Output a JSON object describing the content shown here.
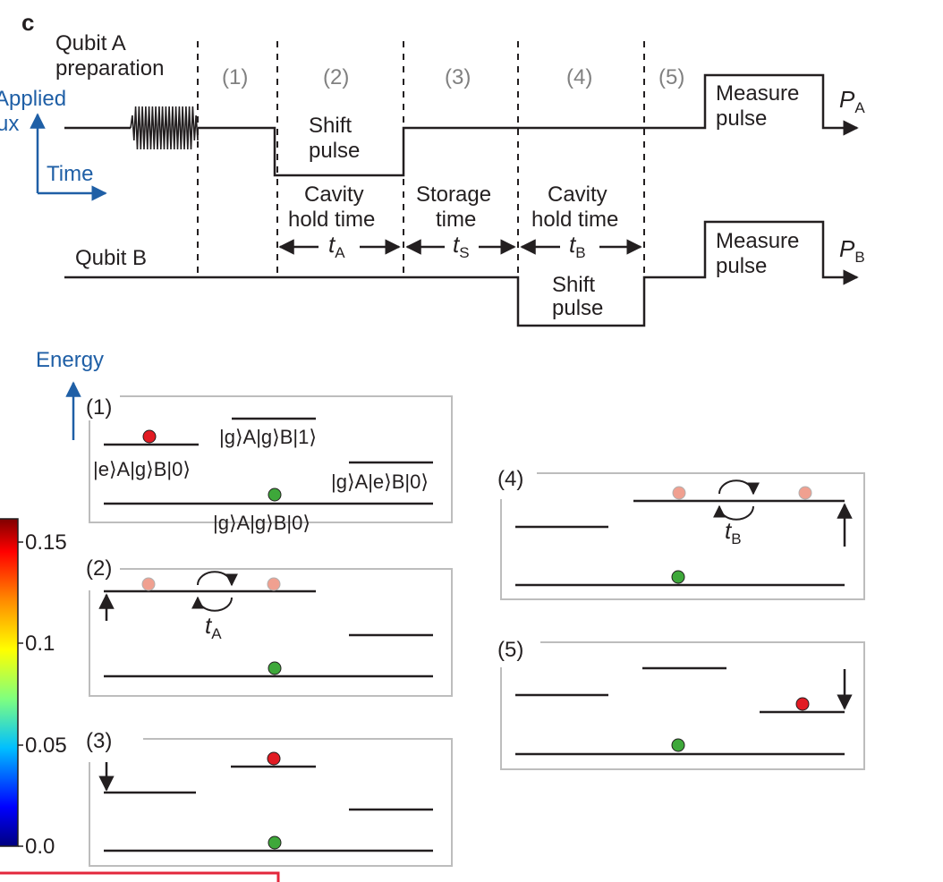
{
  "panel_letter": "c",
  "axes": {
    "flux_label_line1": "Applied",
    "flux_label_line2": "ux",
    "time_label": "Time",
    "energy_label": "Energy"
  },
  "timeline": {
    "qubit_a_prep_line1": "Qubit A",
    "qubit_a_prep_line2": "preparation",
    "qubit_b_label": "Qubit B",
    "steps": [
      "(1)",
      "(2)",
      "(3)",
      "(4)",
      "(5)"
    ],
    "shift_pulse_line1": "Shift",
    "shift_pulse_line2": "pulse",
    "measure_pulse_line1": "Measure",
    "measure_pulse_line2": "pulse",
    "cavity_hold_line1": "Cavity",
    "cavity_hold_line2": "hold time",
    "storage_line1": "Storage",
    "storage_line2": "time",
    "t_a": "t",
    "t_a_sub": "A",
    "t_s": "t",
    "t_s_sub": "S",
    "t_b": "t",
    "t_b_sub": "B",
    "p_a": "P",
    "p_a_sub": "A",
    "p_b": "P",
    "p_b_sub": "B"
  },
  "energy_diagram": {
    "box_labels": [
      "(1)",
      "(2)",
      "(3)",
      "(4)",
      "(5)"
    ],
    "state_egc": "|e⟩A|g⟩B|0⟩",
    "state_gg1": "|g⟩A|g⟩B|1⟩",
    "state_ge0": "|g⟩A|e⟩B|0⟩",
    "state_gg0": "|g⟩A|g⟩B|0⟩",
    "swap_a": "t",
    "swap_a_sub": "A",
    "swap_b": "t",
    "swap_b_sub": "B"
  },
  "colorbar": {
    "ticks": [
      "0.15",
      "0.1",
      "0.05",
      "0.0"
    ],
    "colors": [
      "#7f0000",
      "#ff0000",
      "#ff8c00",
      "#ffff00",
      "#7fff7f",
      "#00bfff",
      "#0000ff",
      "#00007f"
    ]
  },
  "colors": {
    "line": "#231f20",
    "axis_blue": "#1f5fa6",
    "dot_red": "#e21b23",
    "dot_green": "#3ea83a",
    "dot_faded": "#f0a090",
    "box_border": "#bdbdbd",
    "highlight": "#e3263b"
  }
}
